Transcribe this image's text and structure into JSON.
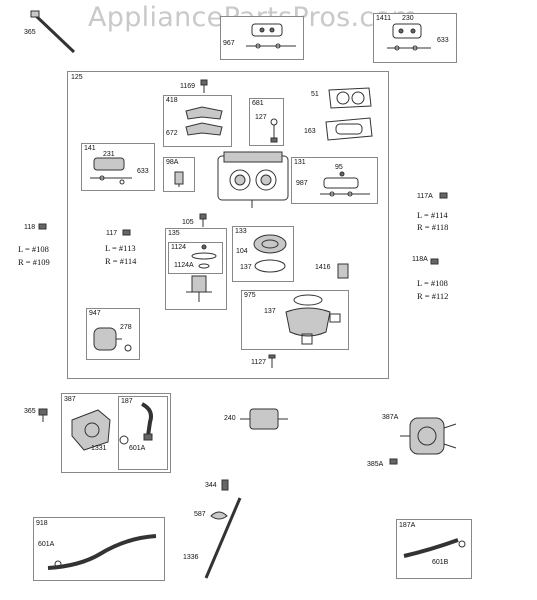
{
  "watermark": "AppliancePartsPros.com",
  "labels": {
    "l365a": "365",
    "l967a": "967",
    "l1411": "1411",
    "l230": "230",
    "l633a": "633",
    "l125": "125",
    "l1169": "1169",
    "l418": "418",
    "l672": "672",
    "l681": "681",
    "l127": "127",
    "l51": "51",
    "l163": "163",
    "l141": "141",
    "l231": "231",
    "l633b": "633",
    "l98a": "98A",
    "l131": "131",
    "l95": "95",
    "l987": "987",
    "l117a": "117A",
    "l118": "118",
    "l117": "117",
    "l105": "105",
    "l135": "135",
    "l1124": "1124",
    "l1124a": "1124A",
    "l133": "133",
    "l104": "104",
    "l137a": "137",
    "l1416": "1416",
    "l118a": "118A",
    "l947": "947",
    "l278": "278",
    "l975": "975",
    "l137b": "137",
    "l1127": "1127",
    "l365b": "365",
    "l387": "387",
    "l187": "187",
    "l1331": "1331",
    "l601a": "601A",
    "l240": "240",
    "l387a": "387A",
    "l385a": "385A",
    "l344": "344",
    "l587": "587",
    "l1336": "1336",
    "l918": "918",
    "l601b": "601A",
    "l187a": "187A",
    "l601c": "601B"
  },
  "annotations": {
    "a117a_l": "L = #114",
    "a117a_r": "R = #118",
    "a118_l": "L = #108",
    "a118_r": "R = #109",
    "a117_l": "L = #113",
    "a117_r": "R = #114",
    "a118a_l": "L = #108",
    "a118a_r": "R = #112"
  }
}
